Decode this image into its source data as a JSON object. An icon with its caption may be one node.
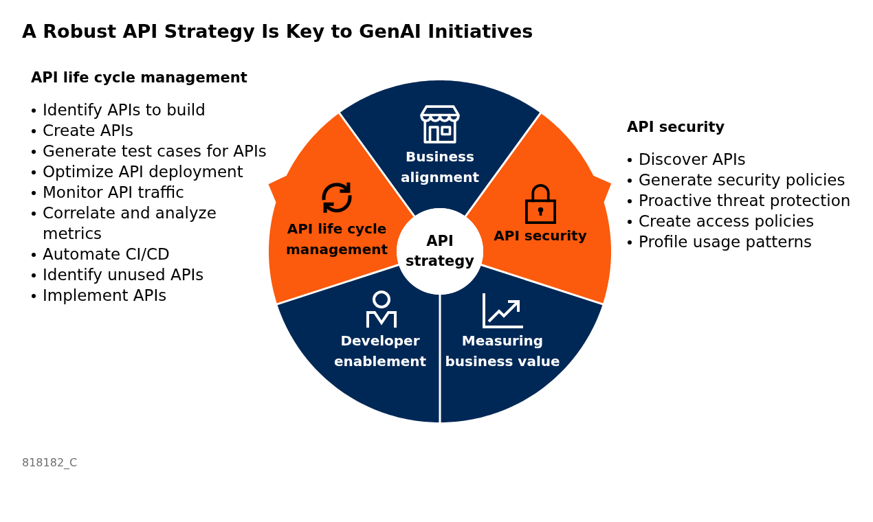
{
  "diagram": {
    "title": "A Robust API Strategy Is Key to GenAI Initiatives",
    "nodes": [
      {
        "text": [
          "Business alignment"
        ]
      },
      {
        "text": [
          "API life cycle management"
        ]
      },
      {
        "text": [
          "API strategy"
        ]
      },
      {
        "text": [
          "API security"
        ]
      },
      {
        "text": [
          "Developer enablement"
        ]
      },
      {
        "text": [
          "Measuring business value"
        ]
      }
    ],
    "labels": [
      "API life cycle management",
      "Identify APIs to build",
      "Create APIs",
      "Generate test cases for APIs",
      "Optimize API deployment",
      "Monitor API traffic",
      "Correlate and analyze metrics",
      "Automate CI/CD",
      "Identify unused APIs",
      "Implement APIs",
      "API security",
      "Discover APIs",
      "Generate security policies",
      "Proactive threat protection",
      "Create access policies",
      "Profile usage patterns",
      "818182_C"
    ]
  }
}
